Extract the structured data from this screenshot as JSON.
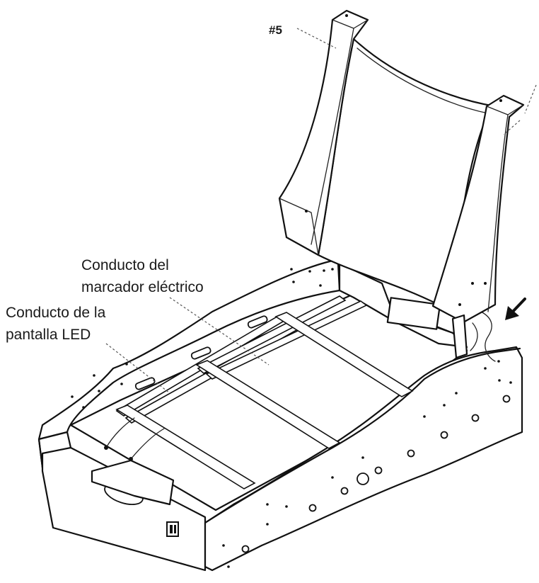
{
  "diagram": {
    "part_label": "#5",
    "callouts": {
      "scoreboard_duct_line1": "Conducto del",
      "scoreboard_duct_line2": "marcador eléctrico",
      "led_duct_line1": "Conducto de la",
      "led_duct_line2": "pantalla LED"
    },
    "icons": {
      "arrow": "arrow-down-left-icon"
    }
  }
}
